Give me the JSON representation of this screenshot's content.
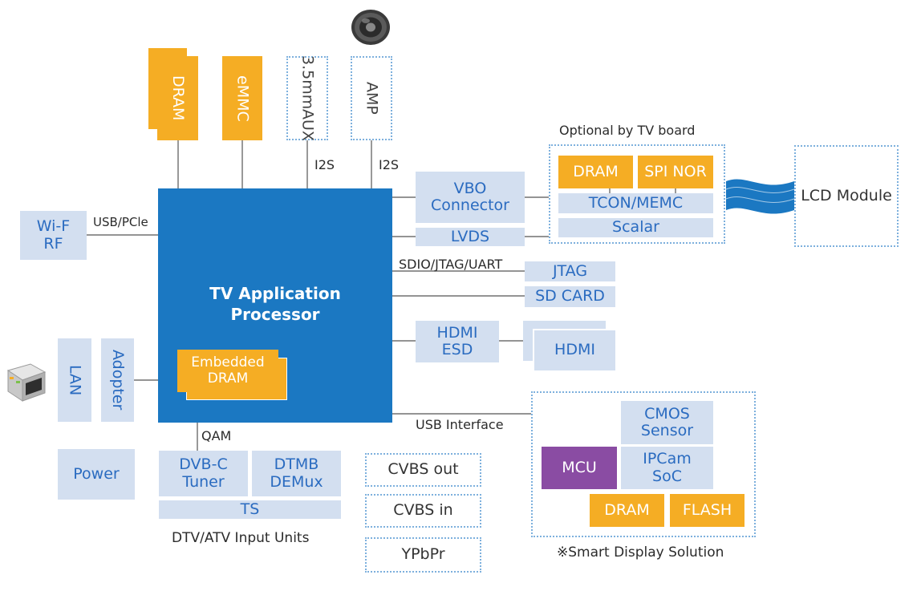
{
  "processor": {
    "title_line1": "TV Application",
    "title_line2": "Processor"
  },
  "embedded_dram": {
    "line1": "Embedded",
    "line2": "DRAM"
  },
  "top": {
    "dram": "DRAM",
    "emmc": "eMMC",
    "aux_line1": "3.5mm",
    "aux_line2": "AUX",
    "amp": "AMP",
    "i2s_left": "I2S",
    "i2s_right": "I2S"
  },
  "left": {
    "wifi_line1": "Wi-F",
    "wifi_line2": "RF",
    "usb_pcie": "USB/PCle",
    "lan": "LAN",
    "adopter": "Adopter",
    "power": "Power"
  },
  "right": {
    "vbo_line1": "VBO",
    "vbo_line2": "Connector",
    "lvds": "LVDS",
    "sdio_label": "SDIO/JTAG/UART",
    "jtag": "JTAG",
    "sd_card": "SD CARD",
    "hdmi_esd_line1": "HDMI",
    "hdmi_esd_line2": "ESD",
    "hdmi": "HDMI",
    "usb_interface": "USB Interface"
  },
  "tv_board": {
    "caption": "Optional by TV board",
    "dram": "DRAM",
    "spi_nor": "SPI NOR",
    "tcon": "TCON/MEMC",
    "scalar": "Scalar"
  },
  "lcd": {
    "label": "LCD Module"
  },
  "input_units": {
    "qam": "QAM",
    "dvbc_line1": "DVB-C",
    "dvbc_line2": "Tuner",
    "dtmb_line1": "DTMB",
    "dtmb_line2": "DEMux",
    "ts": "TS",
    "caption": "DTV/ATV Input Units"
  },
  "video_out": {
    "cvbs_out": "CVBS out",
    "cvbs_in": "CVBS in",
    "ypbpr": "YPbPr"
  },
  "smart_display": {
    "cmos_line1": "CMOS",
    "cmos_line2": "Sensor",
    "mcu": "MCU",
    "ipcam_line1": "IPCam",
    "ipcam_line2": "SoC",
    "dram": "DRAM",
    "flash": "FLASH",
    "caption": "※Smart Display Solution"
  },
  "colors": {
    "processor_blue": "#1b78c2",
    "light_block": "#d3dff0",
    "light_text": "#2a6bc0",
    "memory_orange": "#f5ad24",
    "mcu_purple": "#8a4ca3",
    "dotted_border": "#7db0dd"
  },
  "icons": {
    "speaker": "speaker-icon",
    "ethernet": "ethernet-port-icon"
  }
}
